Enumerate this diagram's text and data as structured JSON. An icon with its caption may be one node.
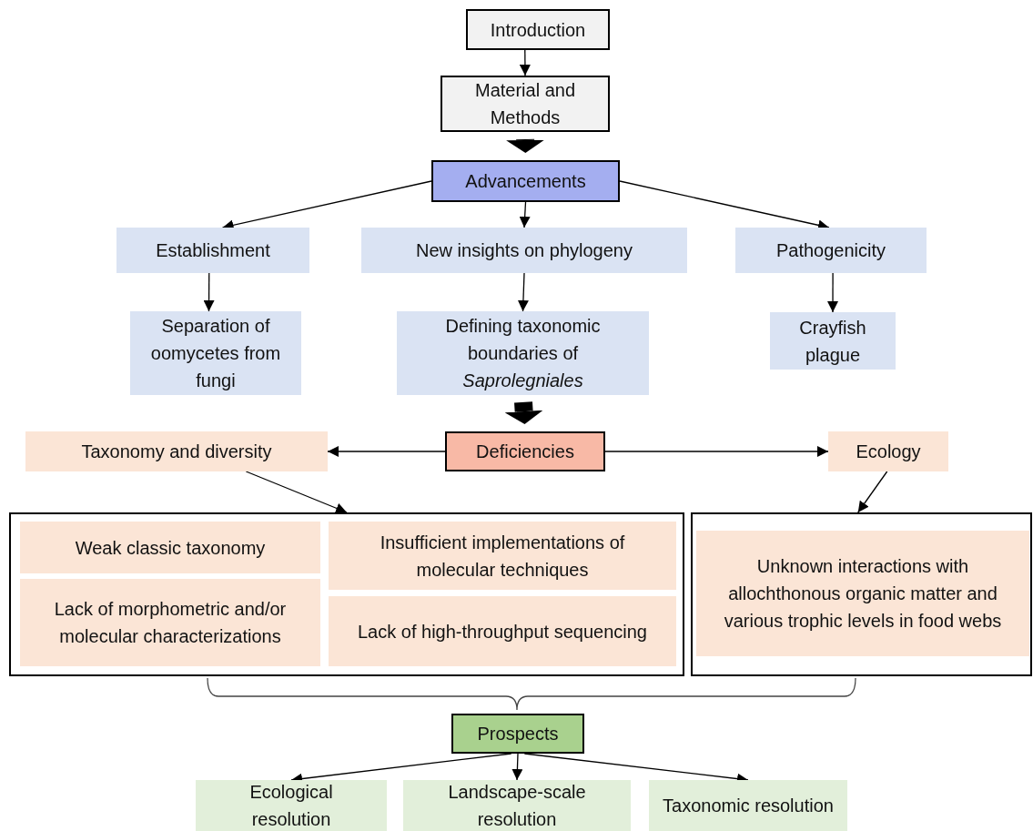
{
  "diagram": {
    "nodes": [
      {
        "text": [
          "Introduction"
        ]
      },
      {
        "text": [
          "Material and Methods"
        ]
      },
      {
        "text": [
          "Advancements"
        ]
      },
      {
        "text": [
          "Establishment"
        ]
      },
      {
        "text": [
          "New insights on phylogeny"
        ]
      },
      {
        "text": [
          "Pathogenicity"
        ]
      },
      {
        "text": [
          "Separation of oomycetes from fungi"
        ]
      },
      {
        "text": [
          "Defining taxonomic boundaries of *Saprolegniales*"
        ]
      },
      {
        "text": [
          "Crayfish plague"
        ]
      },
      {
        "text": [
          "Deficiencies"
        ]
      },
      {
        "text": [
          "Taxonomy and diversity"
        ]
      },
      {
        "text": [
          "Ecology"
        ]
      },
      {
        "text": [],
        "shape": "box"
      },
      {
        "text": [
          "Weak classic taxonomy"
        ],
        "in": 12
      },
      {
        "text": [
          "Insufficient implementations of molecular techniques"
        ],
        "in": 12
      },
      {
        "text": [
          "Lack of morphometric and/or molecular characterizations"
        ],
        "in": 12
      },
      {
        "text": [
          "Lack of high-throughput sequencing"
        ],
        "in": 12
      },
      {
        "text": [],
        "shape": "box"
      },
      {
        "text": [
          "Unknown interactions with allochthonous organic matter and various trophic levels in food webs"
        ],
        "in": 17
      },
      {
        "text": [
          "Prospects"
        ]
      },
      {
        "text": [
          "Ecological resolution"
        ]
      },
      {
        "text": [
          "Landscape-scale resolution"
        ]
      },
      {
        "text": [
          "Taxonomic resolution"
        ]
      }
    ],
    "edges": [
      {
        "from": 0,
        "to": 1,
        "arrow": "to"
      },
      {
        "from": 1,
        "to": 2,
        "arrow": "to",
        "style": "thick"
      },
      {
        "from": 2,
        "to": 3,
        "arrow": "to"
      },
      {
        "from": 2,
        "to": 4,
        "arrow": "to"
      },
      {
        "from": 2,
        "to": 5,
        "arrow": "to"
      },
      {
        "from": 3,
        "to": 6,
        "arrow": "to"
      },
      {
        "from": 4,
        "to": 7,
        "arrow": "to"
      },
      {
        "from": 5,
        "to": 8,
        "arrow": "to"
      },
      {
        "from": 7,
        "to": 9,
        "arrow": "to",
        "style": "thick"
      },
      {
        "from": 9,
        "to": 10,
        "arrow": "to"
      },
      {
        "from": 9,
        "to": 11,
        "arrow": "to"
      },
      {
        "from": 10,
        "to": 12,
        "arrow": "to"
      },
      {
        "from": 11,
        "to": 17,
        "arrow": "to"
      },
      {
        "from": 19,
        "to": 20,
        "arrow": "to"
      },
      {
        "from": 19,
        "to": 21,
        "arrow": "to"
      },
      {
        "from": 19,
        "to": 22,
        "arrow": "to"
      }
    ]
  }
}
